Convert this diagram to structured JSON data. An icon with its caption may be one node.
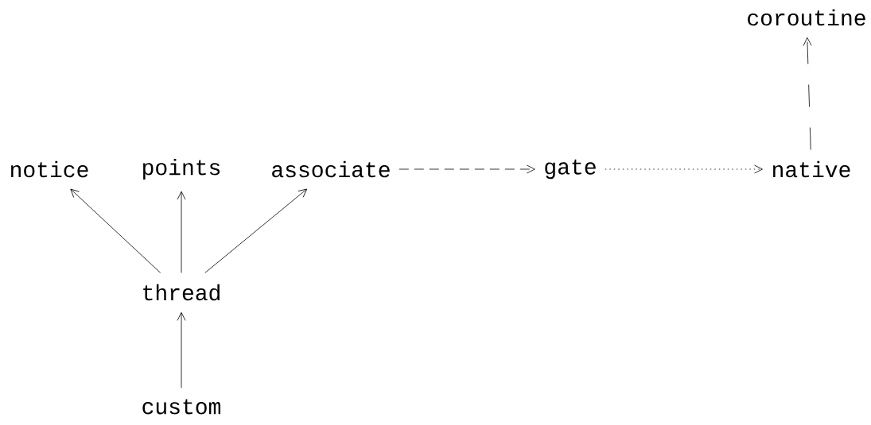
{
  "diagram": {
    "nodes": [
      {
        "text": [
          "coroutine"
        ]
      },
      {
        "text": [
          "notice"
        ]
      },
      {
        "text": [
          "points"
        ]
      },
      {
        "text": [
          "associate"
        ]
      },
      {
        "text": [
          "gate"
        ]
      },
      {
        "text": [
          "native"
        ]
      },
      {
        "text": [
          "thread"
        ]
      },
      {
        "text": [
          "custom"
        ]
      }
    ],
    "edges": [
      {
        "from": 6,
        "to": 1,
        "arrow": "to"
      },
      {
        "from": 6,
        "to": 2,
        "arrow": "to"
      },
      {
        "from": 6,
        "to": 3,
        "arrow": "to"
      },
      {
        "from": 7,
        "to": 6,
        "arrow": "to"
      },
      {
        "from": 3,
        "to": 4,
        "arrow": "to",
        "style": "dashed"
      },
      {
        "from": 4,
        "to": 5,
        "arrow": "to",
        "style": "dashed"
      },
      {
        "from": 5,
        "to": 0,
        "arrow": "to",
        "style": "dashed"
      }
    ]
  }
}
